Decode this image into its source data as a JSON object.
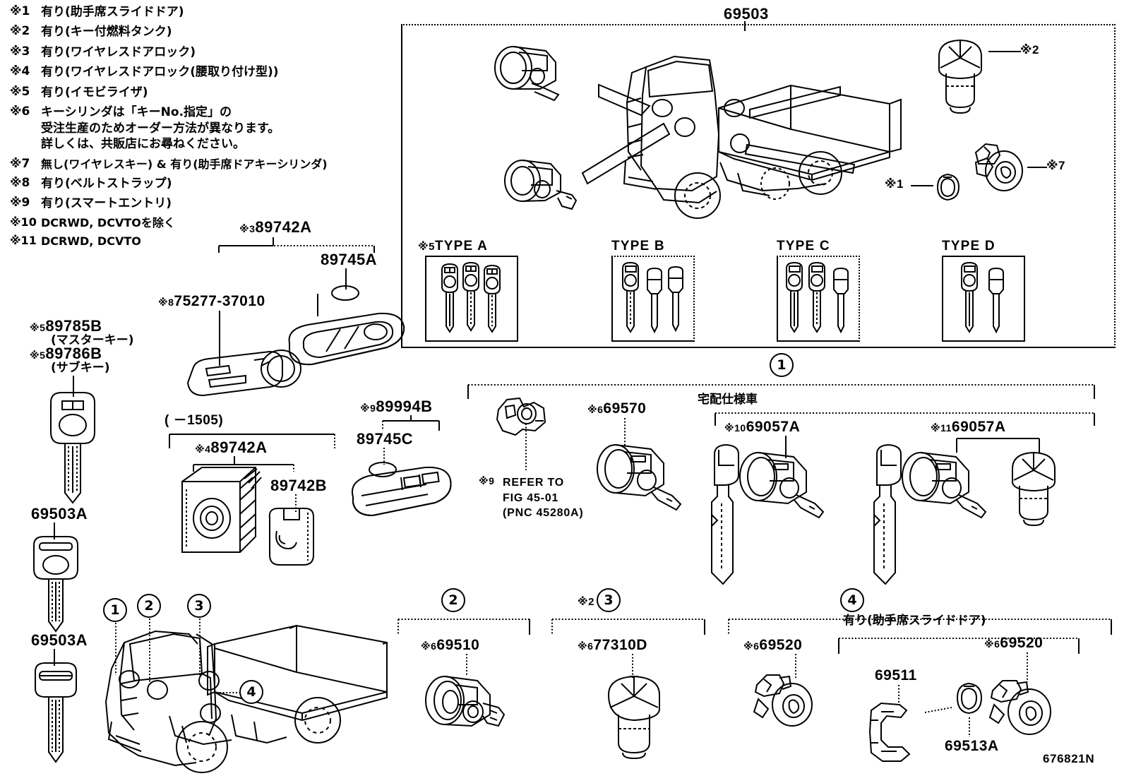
{
  "figure": {
    "id": "676821N",
    "main_part_no": "69503"
  },
  "notes": [
    {
      "mark": "※1",
      "text": "有り(助手席スライドドア)"
    },
    {
      "mark": "※2",
      "text": "有り(キー付燃料タンク)"
    },
    {
      "mark": "※3",
      "text": "有り(ワイヤレスドアロック)"
    },
    {
      "mark": "※4",
      "text": "有り(ワイヤレスドアロック(腰取り付け型))"
    },
    {
      "mark": "※5",
      "text": "有り(イモビライザ)"
    },
    {
      "mark": "※6",
      "text": "キーシリンダは「キーNo.指定」の\n受注生産のためオーダー方法が異なります。\n詳しくは、共販店にお尋ねください。"
    },
    {
      "mark": "※7",
      "text": "無し(ワイヤレスキー) & 有り(助手席ドアキーシリンダ)"
    },
    {
      "mark": "※8",
      "text": "有り(ベルトストラップ)"
    },
    {
      "mark": "※9",
      "text": "有り(スマートエントリ)"
    },
    {
      "mark": "※10",
      "text": "DCRWD, DCVTOを除く"
    },
    {
      "mark": "※11",
      "text": "DCRWD, DCVTO"
    }
  ],
  "main_box": {
    "title": "69503",
    "callouts": [
      {
        "ref": "※2",
        "name": "fuel-tank-cap"
      },
      {
        "ref": "※7",
        "name": "door-key-cylinder"
      },
      {
        "ref": "※1",
        "name": "gasket-ring"
      }
    ],
    "key_types": [
      {
        "ref": "※5",
        "label": "TYPE  A",
        "key_count": 3
      },
      {
        "ref": "",
        "label": "TYPE  B",
        "key_count": 3
      },
      {
        "ref": "",
        "label": "TYPE  C",
        "key_count": 3
      },
      {
        "ref": "",
        "label": "TYPE  D",
        "key_count": 2
      }
    ]
  },
  "group1": {
    "marker": "1",
    "delivery_spec_label": "宅配仕様車",
    "items": [
      {
        "ref": "※9",
        "part_no": "",
        "note": "REFER TO\nFIG 45-01\n(PNC 45280A)"
      },
      {
        "ref": "※6",
        "part_no": "69570",
        "note": ""
      },
      {
        "ref": "※10",
        "part_no": "69057A",
        "note": ""
      },
      {
        "ref": "※11",
        "part_no": "69057A",
        "note": ""
      }
    ]
  },
  "left_keys": [
    {
      "ref": "※5",
      "part_no": "89785B",
      "sub": "(マスターキー)"
    },
    {
      "ref": "※5",
      "part_no": "89786B",
      "sub": "(サブキー)"
    },
    {
      "ref": "",
      "part_no": "69503A",
      "sub": ""
    },
    {
      "ref": "",
      "part_no": "69503A",
      "sub": ""
    }
  ],
  "transmitter_a": {
    "group_ref": "※3",
    "group_part_no": "89742A",
    "cover_part_no": "89745A",
    "strap_ref": "※8",
    "strap_part_no": "75277-37010"
  },
  "transmitter_b": {
    "date_note": "(    －1505)",
    "group_ref": "※4",
    "group_part_no": "89742A",
    "sub_part_no": "89742B"
  },
  "smart_key": {
    "group_ref": "※9",
    "group_part_no": "89994B",
    "battery_part_no": "89745C"
  },
  "bottom_groups": [
    {
      "marker": "2",
      "marker_ref": "",
      "heading": "",
      "items": [
        {
          "ref": "※6",
          "part_no": "69510"
        }
      ]
    },
    {
      "marker": "3",
      "marker_ref": "※2",
      "heading": "",
      "items": [
        {
          "ref": "※6",
          "part_no": "77310D"
        }
      ]
    },
    {
      "marker": "4",
      "marker_ref": "",
      "heading": "有り(助手席スライドドア)",
      "items": [
        {
          "ref": "※6",
          "part_no": "69520"
        },
        {
          "ref": "",
          "part_no": "69511"
        },
        {
          "ref": "",
          "part_no": "69513A"
        },
        {
          "ref": "※6",
          "part_no": "69520"
        }
      ]
    }
  ],
  "truck_callouts": [
    "1",
    "2",
    "3",
    "4"
  ]
}
